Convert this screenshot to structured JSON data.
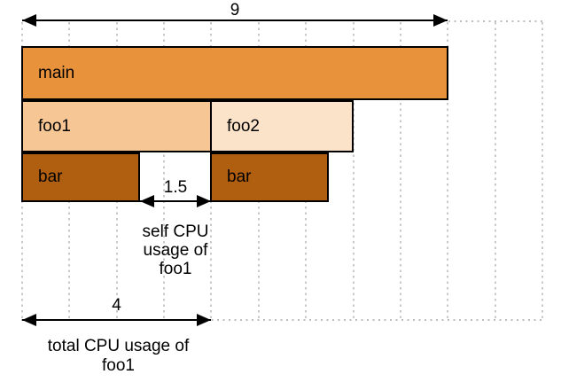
{
  "diagram": {
    "description": "flame-graph CPU usage diagram",
    "units_total": 9,
    "frames": [
      {
        "label": "main",
        "row": 0,
        "start": 0,
        "end": 9,
        "color": "#e8923c"
      },
      {
        "label": "foo1",
        "row": 1,
        "start": 0,
        "end": 4,
        "color": "#f6c695"
      },
      {
        "label": "foo2",
        "row": 1,
        "start": 4,
        "end": 7,
        "color": "#fbe3ca"
      },
      {
        "label": "bar",
        "row": 2,
        "start": 0,
        "end": 2.5,
        "color": "#b05e10"
      },
      {
        "label": "bar",
        "row": 2,
        "start": 4,
        "end": 6.5,
        "color": "#b05e10"
      }
    ],
    "measurements": {
      "span_total": {
        "value": "9",
        "from": 0,
        "to": 9
      },
      "self_foo1": {
        "value": "1.5",
        "from": 2.5,
        "to": 4
      },
      "total_foo1": {
        "value": "4",
        "from": 0,
        "to": 4
      }
    },
    "captions": {
      "self_foo1": "self CPU\nusage of\nfoo1",
      "total_foo1": "total CPU usage of\nfoo1"
    },
    "colors": {
      "frame_border": "#000000",
      "arrow": "#000000",
      "gridline": "#c9c9c9",
      "guide_dots": "#bdbdbd",
      "background": "#ffffff"
    }
  }
}
